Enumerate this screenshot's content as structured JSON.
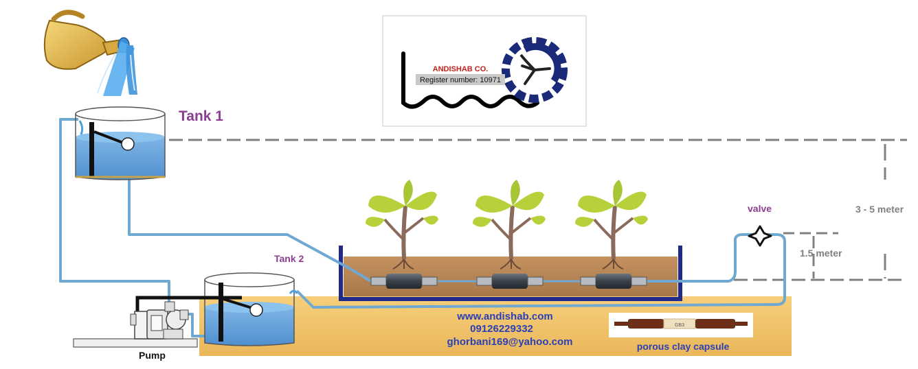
{
  "logo": {
    "company": "ANDISHAB CO.",
    "register": "Register number: 10971"
  },
  "labels": {
    "tank1": "Tank 1",
    "tank2": "Tank 2",
    "pump": "Pump",
    "valve": "valve",
    "height_total": "3 - 5 meter",
    "height_small": "1.5 meter",
    "capsule": "porous clay capsule",
    "capsule_mark": "GB3"
  },
  "contact": {
    "website": "www.andishab.com",
    "phone": "09126229332",
    "email": "ghorbani169@yahoo.com"
  },
  "colors": {
    "pipe": "#6fa8d0",
    "water": "#5b9bd5",
    "soil": "#b98a55",
    "ground": "#f3c56d",
    "tray_border": "#1f2a8a",
    "purple_text": "#8b3d92",
    "blue_text": "#2b3fb5",
    "dashed": "#7f7f7f",
    "leaf": "#b7d13a",
    "stem": "#8a6a5a"
  }
}
